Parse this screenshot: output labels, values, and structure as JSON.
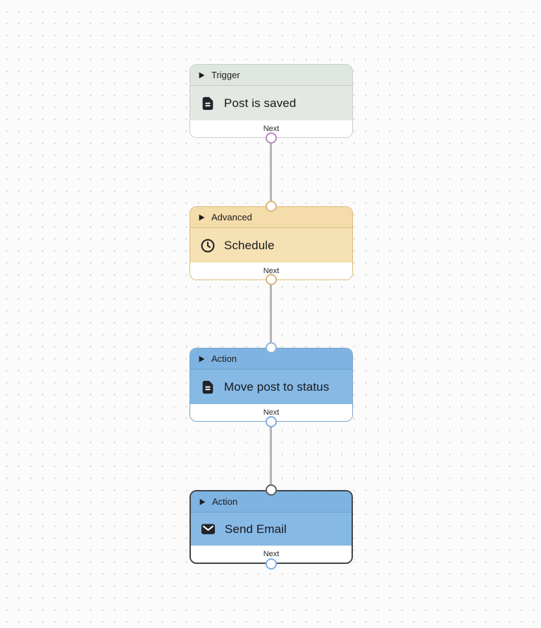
{
  "canvas": {
    "background": "#fbfbfb",
    "dot_color": "#d9d9d9",
    "edge_color": "#b4b3b9"
  },
  "nodes": [
    {
      "category": "Trigger",
      "title": "Post is saved",
      "icon": "document-icon",
      "footer_label": "Next",
      "selected": false,
      "has_input_handle": false,
      "colors": {
        "header": "#dfe5df",
        "body": "#e3e8e2",
        "border": "#c8cfc8",
        "output_handle": "#bb88c4"
      }
    },
    {
      "category": "Advanced",
      "title": "Schedule",
      "icon": "clock-icon",
      "footer_label": "Next",
      "selected": false,
      "has_input_handle": true,
      "colors": {
        "header": "#f4dcab",
        "body": "#f6e1b5",
        "border": "#dcbb7e",
        "input_handle": "#d7b678",
        "output_handle": "#d7b678"
      }
    },
    {
      "category": "Action",
      "title": "Move post to status",
      "icon": "document-icon",
      "footer_label": "Next",
      "selected": false,
      "has_input_handle": true,
      "colors": {
        "header": "#7fb3e1",
        "body": "#87b9e5",
        "border": "#7ba3c9",
        "input_handle": "#8fb3d2",
        "output_handle": "#7fb0dd"
      }
    },
    {
      "category": "Action",
      "title": "Send Email",
      "icon": "envelope-icon",
      "footer_label": "Next",
      "selected": true,
      "has_input_handle": true,
      "colors": {
        "header": "#7fb3e1",
        "body": "#87b9e5",
        "border": "#42474d",
        "input_handle": "#5a5f66",
        "output_handle": "#7fb0dd"
      }
    }
  ]
}
